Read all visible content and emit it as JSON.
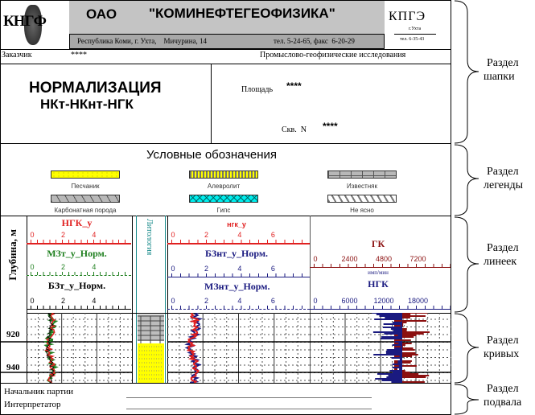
{
  "header": {
    "logo_text": "КНГФ",
    "company_prefix": "ОАО",
    "company_name": "\"КОМИНЕФТЕГЕОФИЗИКА\"",
    "address": "Республика Коми, г. Ухта,    Мичурина, 14",
    "phones": "тел. 5-24-65, факс  6-20-29",
    "right_logo": "КПГЭ",
    "right_city": "г.Ухта",
    "right_phone": "тел. 6-35-43"
  },
  "customer": {
    "label": "Заказчик",
    "value": "****",
    "work_type": "Промыслово-геофизические исследования"
  },
  "title": {
    "line1": "НОРМАЛИЗАЦИЯ",
    "line2": "НКт-НКнт-НГК",
    "area_label": "Площадь",
    "area_value": "****",
    "well_label": "Скв.  N",
    "well_value": "****"
  },
  "legend": {
    "title": "Условные обозначения",
    "items": [
      {
        "label": "Песчаник",
        "color": "#ffff00"
      },
      {
        "label": "Алевролит",
        "color": "#ffff00"
      },
      {
        "label": "Известняк",
        "color": "#b8b8b8"
      },
      {
        "label": "Карбонатная порода",
        "color": "#b8b8b8"
      },
      {
        "label": "Гипс",
        "color": "#00e5e5"
      },
      {
        "label": "Не ясно",
        "color": "#ffffff"
      }
    ]
  },
  "scales": {
    "depth_label": "Глубина, м",
    "lithology_label": "Литология",
    "track1": [
      {
        "name": "НГК_у",
        "color": "#e02020",
        "ticks": [
          "0",
          "2",
          "4"
        ],
        "range": [
          0,
          6.5
        ]
      },
      {
        "name": "МЗт_у_Норм.",
        "color": "#208020",
        "ticks": [
          "0",
          "2",
          "4"
        ],
        "range": [
          0,
          6.5
        ]
      },
      {
        "name": "БЗт_у_Норм.",
        "color": "#000000",
        "ticks": [
          "0",
          "2",
          "4"
        ],
        "range": [
          0,
          6.5
        ]
      }
    ],
    "track2": [
      {
        "name": "нгк_у",
        "color": "#e02020",
        "ticks": [
          "0",
          "2",
          "4",
          "6"
        ],
        "range": [
          0,
          8.3
        ]
      },
      {
        "name": "БЗнт_у_Норм.",
        "color": "#1a1a80",
        "ticks": [
          "0",
          "2",
          "4",
          "6"
        ],
        "range": [
          0,
          8.3
        ]
      },
      {
        "name": "МЗнт_у_Норм.",
        "color": "#1a1a80",
        "ticks": [
          "0",
          "2",
          "4",
          "6"
        ],
        "range": [
          0,
          8.3
        ]
      }
    ],
    "track3": [
      {
        "name": "ГК",
        "unit": "",
        "color": "#8b1010",
        "ticks": [
          "0",
          "2400",
          "4800",
          "7200"
        ],
        "range": [
          0,
          9600
        ]
      },
      {
        "name": "НГК",
        "unit": "имп/мин",
        "color": "#1a1a80",
        "ticks": [
          "0",
          "6000",
          "12000",
          "18000"
        ],
        "range": [
          0,
          24000
        ]
      }
    ]
  },
  "curves": {
    "depth_ticks": [
      "920",
      "940"
    ]
  },
  "footer": {
    "chief_label": "Начальник партии",
    "interpreter_label": "Интерпретатор"
  },
  "sections": [
    {
      "line1": "Раздел",
      "line2": "шапки"
    },
    {
      "line1": "Раздел",
      "line2": "легенды"
    },
    {
      "line1": "Раздел",
      "line2": "линеек"
    },
    {
      "line1": "Раздел",
      "line2": "кривых"
    },
    {
      "line1": "Раздел",
      "line2": "подвала"
    }
  ]
}
